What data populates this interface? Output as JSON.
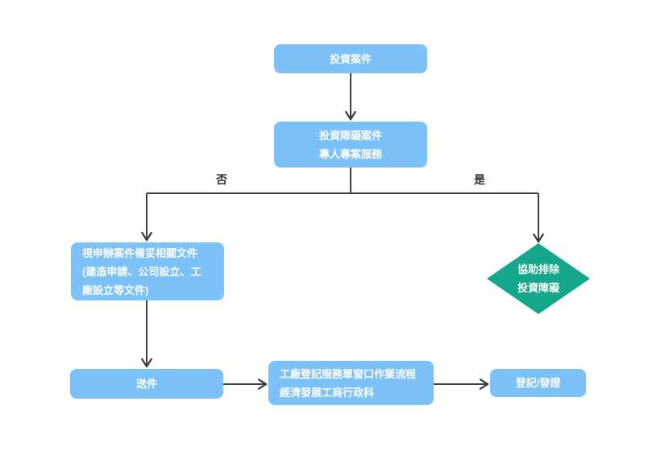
{
  "flowchart": {
    "nodes": {
      "investment_case": {
        "label": "投資案件"
      },
      "obstacle_service": {
        "lines": [
          "投資障礙案件",
          "專人專案服務"
        ]
      },
      "prepare_documents": {
        "lines": [
          "視申辦案件備妥相關文件",
          "(建造申請、公司設立、工",
          "廠設立等文件)"
        ]
      },
      "assist_remove": {
        "lines": [
          "協助排除",
          "投資障礙"
        ]
      },
      "submit": {
        "label": "送件"
      },
      "factory_process": {
        "lines": [
          "工廠登記服務單窗口作業流程",
          "經濟發展工商行政科"
        ]
      },
      "register_issue": {
        "label": "登記/發證"
      }
    },
    "branch_labels": {
      "no": "否",
      "yes": "是"
    },
    "colors": {
      "node_blue": "#7CC2F8",
      "node_green": "#15A78B",
      "connector": "#3F3F3F",
      "label_text": "#333333",
      "node_text": "#FFFFFF"
    }
  }
}
